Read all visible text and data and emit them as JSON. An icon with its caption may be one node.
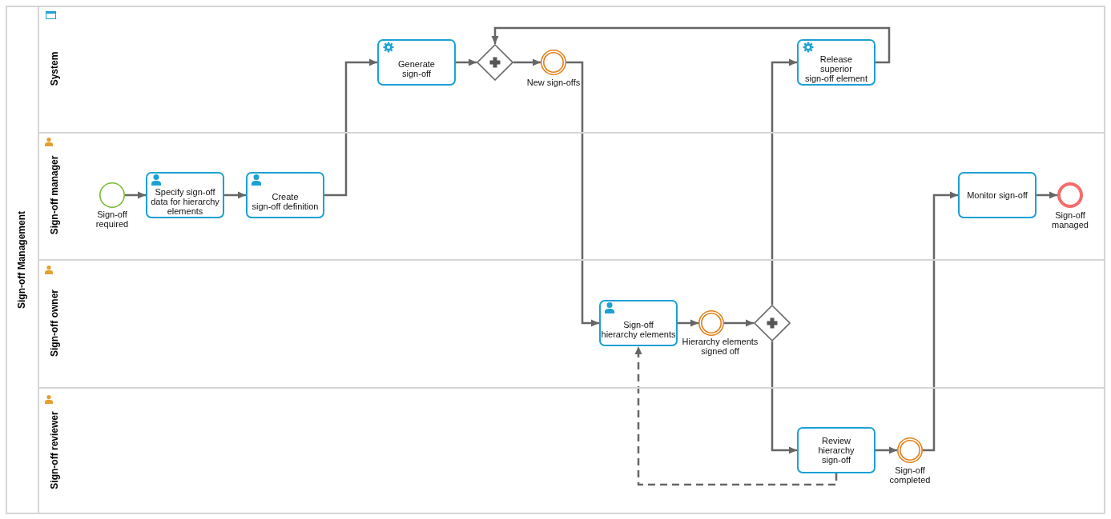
{
  "diagram": {
    "nodes": [
      {
        "text": [
          "Sign-off Management"
        ]
      },
      {
        "text": [
          "System"
        ],
        "in": 0
      },
      {
        "text": [
          "Sign-off manager"
        ],
        "in": 0
      },
      {
        "text": [
          "Sign-off owner"
        ],
        "in": 0
      },
      {
        "text": [
          "Sign-off reviewer"
        ],
        "in": 0
      },
      {
        "text": [],
        "shape": "circle",
        "beside": [
          "Sign-off required"
        ],
        "in": 2
      },
      {
        "text": [
          "Specify sign-off data for hierarchy elements"
        ],
        "in": 2
      },
      {
        "text": [
          "Create sign-off definition"
        ],
        "in": 2
      },
      {
        "text": [
          "Generate sign-off"
        ],
        "in": 1
      },
      {
        "text": [],
        "shape": "diamond",
        "in": 1
      },
      {
        "text": [],
        "shape": "circle",
        "beside": [
          "New sign-offs"
        ],
        "in": 1
      },
      {
        "text": [
          "Release superior sign-off element"
        ],
        "in": 1
      },
      {
        "text": [
          "Monitor sign-off"
        ],
        "in": 2
      },
      {
        "text": [],
        "shape": "circle",
        "beside": [
          "Sign-off managed"
        ],
        "in": 2
      },
      {
        "text": [
          "Sign-off hierarchy elements"
        ],
        "in": 3
      },
      {
        "text": [],
        "shape": "circle",
        "beside": [
          "Hierarchy elements signed off"
        ],
        "in": 3
      },
      {
        "text": [],
        "shape": "diamond",
        "in": 3
      },
      {
        "text": [
          "Review hierarchy sign-off"
        ],
        "in": 4
      },
      {
        "text": [],
        "shape": "circle",
        "beside": [
          "Sign-off completed"
        ],
        "in": 4
      }
    ],
    "edges": [
      {
        "from": 5,
        "to": 6,
        "arrow": "to"
      },
      {
        "from": 6,
        "to": 7,
        "arrow": "to"
      },
      {
        "from": 7,
        "to": 8,
        "arrow": "to"
      },
      {
        "from": 8,
        "to": 9,
        "arrow": "to"
      },
      {
        "from": 9,
        "to": 10,
        "arrow": "to"
      },
      {
        "from": 10,
        "to": 14,
        "arrow": "to"
      },
      {
        "from": 14,
        "to": 15,
        "arrow": "to"
      },
      {
        "from": 15,
        "to": 16,
        "arrow": "to"
      },
      {
        "from": 16,
        "to": 11,
        "arrow": "to"
      },
      {
        "from": 16,
        "to": 17,
        "arrow": "to"
      },
      {
        "from": 11,
        "to": 9,
        "arrow": "to"
      },
      {
        "from": 17,
        "to": 18,
        "arrow": "to"
      },
      {
        "from": 18,
        "to": 12,
        "arrow": "to"
      },
      {
        "from": 12,
        "to": 13,
        "arrow": "to"
      },
      {
        "from": 17,
        "to": 14,
        "arrow": "to",
        "style": "dashed"
      }
    ]
  }
}
